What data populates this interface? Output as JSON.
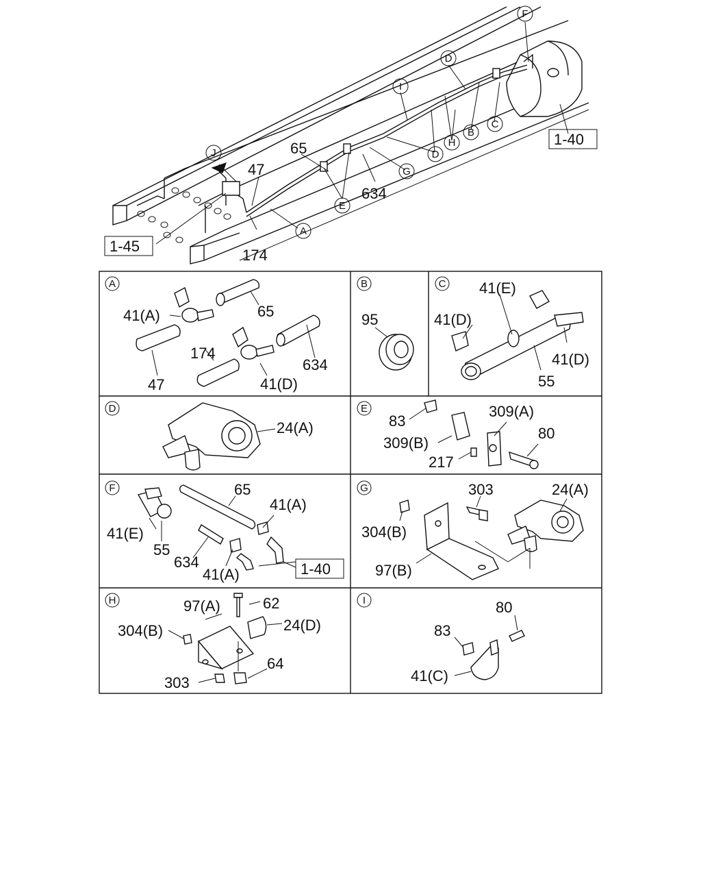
{
  "overview": {
    "callouts": [
      "A",
      "B",
      "C",
      "D",
      "E",
      "F",
      "G",
      "H",
      "I",
      "J"
    ],
    "labels": {
      "p65": "65",
      "p47": "47",
      "p174": "174",
      "p634": "634"
    },
    "refs": {
      "left": "1-45",
      "right": "1-40"
    }
  },
  "panels": {
    "A": {
      "letter": "A",
      "labels": [
        "41(A)",
        "65",
        "47",
        "174",
        "634",
        "41(D)"
      ]
    },
    "B": {
      "letter": "B",
      "labels": [
        "95"
      ]
    },
    "C": {
      "letter": "C",
      "labels": [
        "41(E)",
        "41(D)",
        "41(D)",
        "55"
      ]
    },
    "D": {
      "letter": "D",
      "labels": [
        "24(A)"
      ]
    },
    "E": {
      "letter": "E",
      "labels": [
        "83",
        "309(A)",
        "309(B)",
        "80",
        "217"
      ]
    },
    "F": {
      "letter": "F",
      "labels": [
        "65",
        "41(A)",
        "41(E)",
        "55",
        "634",
        "41(A)"
      ],
      "ref": "1-40"
    },
    "G": {
      "letter": "G",
      "labels": [
        "303",
        "24(A)",
        "304(B)",
        "97(B)"
      ]
    },
    "H": {
      "letter": "H",
      "labels": [
        "97(A)",
        "62",
        "304(B)",
        "24(D)",
        "64",
        "303"
      ]
    },
    "I": {
      "letter": "I",
      "labels": [
        "80",
        "83",
        "41(C)"
      ]
    }
  }
}
